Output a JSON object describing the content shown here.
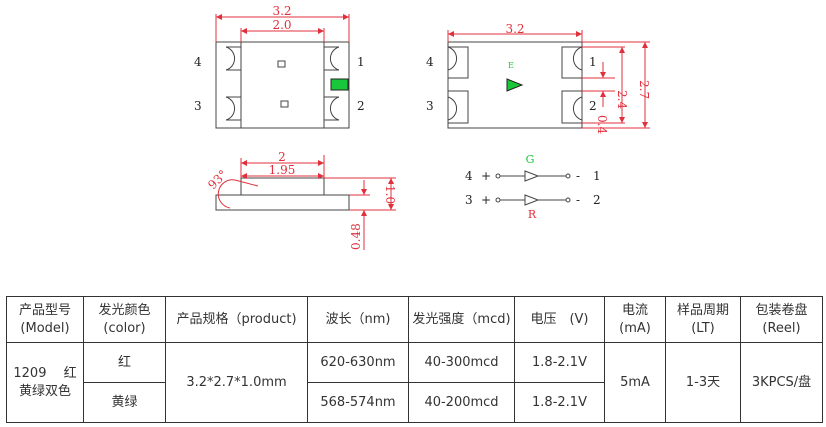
{
  "drawing": {
    "top_view": {
      "width_dim": "3.2",
      "inner_dim": "2.0",
      "pins": [
        "4",
        "3",
        "1",
        "2"
      ]
    },
    "bottom_view": {
      "width_dim": "3.2",
      "pins": [
        "4",
        "3",
        "1",
        "2"
      ],
      "marker": "E",
      "dims": [
        "2.4",
        "2.7",
        "0.4"
      ]
    },
    "side_view": {
      "dims": [
        "2",
        "1.95",
        "1.0",
        "0.48"
      ],
      "angle": "93°"
    },
    "circuit": {
      "green_label": "G",
      "red_label": "R",
      "row1": [
        "4",
        "+",
        "-",
        "1"
      ],
      "row2": [
        "3",
        "+",
        "-",
        "2"
      ]
    },
    "colors": {
      "dimension": "#e0303c",
      "led_green": "#19c83a"
    }
  },
  "table": {
    "headers": [
      "产品型号\n(Model)",
      "发光颜色\n(color)",
      "产品规格（product)",
      "波长（nm)",
      "发光强度（mcd)",
      "电压　(V)",
      "电流\n(mA)",
      "样品周期\n(LT)",
      "包装卷盘\n(Reel)"
    ],
    "model": "1209　 红\n黄绿双色",
    "spec": "3.2*2.7*1.0mm",
    "current": "5mA",
    "lead_time": "1-3天",
    "reel": "3KPCS/盘",
    "rows": [
      {
        "color": "红",
        "wavelength": "620-630nm",
        "intensity": "40-300mcd",
        "voltage": "1.8-2.1V"
      },
      {
        "color": "黄绿",
        "wavelength": "568-574nm",
        "intensity": "40-200mcd",
        "voltage": "1.8-2.1V"
      }
    ]
  }
}
